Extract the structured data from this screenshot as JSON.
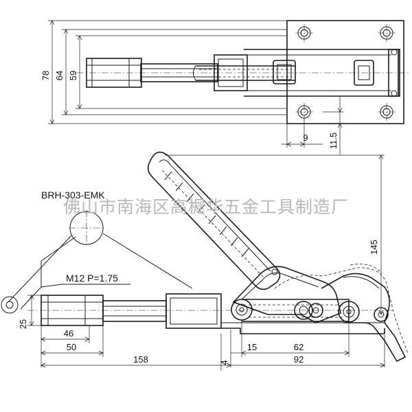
{
  "model_label": "BRH-303-EMK",
  "thread_label": "M12  P=1.75",
  "watermark": "佛山市南海区高樨华五金工具制造厂",
  "dimensions": {
    "overall_height": "78",
    "base_height": "64",
    "hole_spacing": "59",
    "hole_offset": "9",
    "base_offset": "11.5",
    "handle_height": "145",
    "thread_height": "25",
    "thread_length": "46",
    "plunger_length": "50",
    "stroke_length": "158",
    "base_step": "4",
    "pivot_offset": "15",
    "pivot_span": "62",
    "base_length": "92"
  }
}
